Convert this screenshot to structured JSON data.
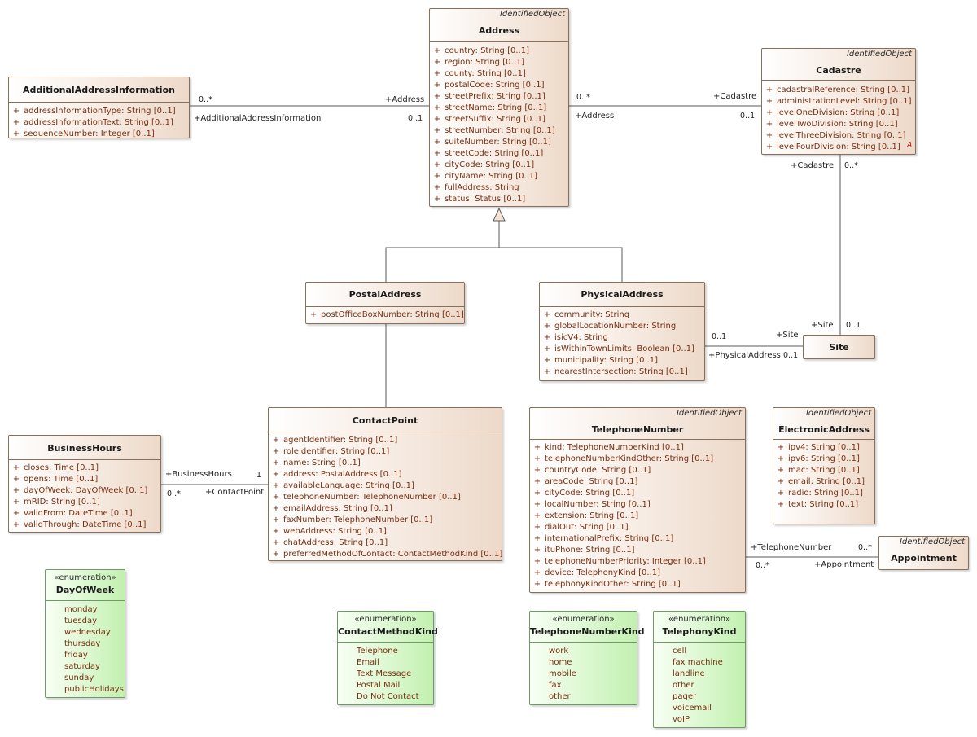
{
  "classes": {
    "addl": {
      "name": "AdditionalAddressInformation",
      "stereo": "",
      "super": "",
      "attrs": [
        "addressInformationType: String [0..1]",
        "addressInformationText: String [0..1]",
        "sequenceNumber: Integer [0..1]"
      ]
    },
    "address": {
      "name": "Address",
      "stereo": "",
      "super": "IdentifiedObject",
      "attrs": [
        "country: String [0..1]",
        "region: String [0..1]",
        "county: String [0..1]",
        "postalCode: String [0..1]",
        "streetPrefix: String [0..1]",
        "streetName: String [0..1]",
        "streetSuffix: String [0..1]",
        "streetNumber: String [0..1]",
        "suiteNumber: String [0..1]",
        "streetCode: String [0..1]",
        "cityCode: String [0..1]",
        "cityName: String [0..1]",
        "fullAddress: String",
        "status: Status [0..1]"
      ]
    },
    "cadastre": {
      "name": "Cadastre",
      "stereo": "",
      "super": "IdentifiedObject",
      "attrs": [
        "cadastralReference: String [0..1]",
        "administrationLevel: String [0..1]",
        "levelOneDivision: String [0..1]",
        "levelTwoDivision: String [0..1]",
        "levelThreeDivision: String [0..1]",
        "levelFourDivision: String [0..1]"
      ]
    },
    "postal": {
      "name": "PostalAddress",
      "stereo": "",
      "super": "",
      "attrs": [
        "postOfficeBoxNumber: String [0..1]"
      ]
    },
    "physical": {
      "name": "PhysicalAddress",
      "stereo": "",
      "super": "",
      "attrs": [
        "community: String",
        "globalLocationNumber: String",
        "isicV4: String",
        "isWithinTownLimits: Boolean [0..1]",
        "municipality: String [0..1]",
        "nearestIntersection: String [0..1]"
      ]
    },
    "site": {
      "name": "Site",
      "stereo": "",
      "super": "",
      "attrs": []
    },
    "contact": {
      "name": "ContactPoint",
      "stereo": "",
      "super": "",
      "attrs": [
        "agentIdentifier: String [0..1]",
        "roleIdentifier: String [0..1]",
        "name: String [0..1]",
        "address: PostalAddress [0..1]",
        "availableLanguage: String [0..1]",
        "telephoneNumber: TelephoneNumber [0..1]",
        "emailAddress: String [0..1]",
        "faxNumber: TelephoneNumber [0..1]",
        "webAddress: String [0..1]",
        "chatAddress: String [0..1]",
        "preferredMethodOfContact: ContactMethodKind [0..1]"
      ]
    },
    "business": {
      "name": "BusinessHours",
      "stereo": "",
      "super": "",
      "attrs": [
        "closes: Time [0..1]",
        "opens: Time [0..1]",
        "dayOfWeek: DayOfWeek [0..1]",
        "mRID: String [0..1]",
        "validFrom: DateTime [0..1]",
        "validThrough: DateTime [0..1]"
      ]
    },
    "telephone": {
      "name": "TelephoneNumber",
      "stereo": "",
      "super": "IdentifiedObject",
      "attrs": [
        "kind: TelephoneNumberKind [0..1]",
        "telephoneNumberKindOther: String [0..1]",
        "countryCode: String [0..1]",
        "areaCode: String [0..1]",
        "cityCode: String [0..1]",
        "localNumber: String [0..1]",
        "extension: String [0..1]",
        "dialOut: String [0..1]",
        "internationalPrefix: String [0..1]",
        "ituPhone: String [0..1]",
        "telephoneNumberPriority: Integer [0..1]",
        "device: TelephonyKind [0..1]",
        "telephonyKindOther: String [0..1]"
      ]
    },
    "electronic": {
      "name": "ElectronicAddress",
      "stereo": "",
      "super": "IdentifiedObject",
      "attrs": [
        "ipv4: String [0..1]",
        "ipv6: String [0..1]",
        "mac: String [0..1]",
        "email: String [0..1]",
        "radio: String [0..1]",
        "text: String [0..1]"
      ]
    },
    "appointment": {
      "name": "Appointment",
      "stereo": "",
      "super": "IdentifiedObject",
      "attrs": []
    },
    "dayofweek": {
      "name": "DayOfWeek",
      "stereo": "«enumeration»",
      "super": "",
      "attrs": [
        "monday",
        "tuesday",
        "wednesday",
        "thursday",
        "friday",
        "saturday",
        "sunday",
        "publicHolidays"
      ]
    },
    "contactmethod": {
      "name": "ContactMethodKind",
      "stereo": "«enumeration»",
      "super": "",
      "attrs": [
        "Telephone",
        "Email",
        "Text Message",
        "Postal Mail",
        "Do Not Contact"
      ]
    },
    "telkind": {
      "name": "TelephoneNumberKind",
      "stereo": "«enumeration»",
      "super": "",
      "attrs": [
        "work",
        "home",
        "mobile",
        "fax",
        "other"
      ]
    },
    "telephony": {
      "name": "TelephonyKind",
      "stereo": "«enumeration»",
      "super": "",
      "attrs": [
        "cell",
        "fax machine",
        "landline",
        "other",
        "pager",
        "voicemail",
        "voIP"
      ]
    }
  },
  "labels": {
    "l1": "0..*",
    "l2": "+Address",
    "l3": "+AdditionalAddressInformation",
    "l4": "0..1",
    "l5": "0..*",
    "l6": "+Cadastre",
    "l7": "+Address",
    "l8": "0..1",
    "l9": "+Cadastre",
    "l10": "0..*",
    "l11": "+Site",
    "l12": "0..1",
    "l13": "0..1",
    "l14": "+Site",
    "l15": "+PhysicalAddress",
    "l16": "0..1",
    "l17": "+BusinessHours",
    "l18": "1",
    "l19": "0..*",
    "l20": "+ContactPoint",
    "l21": "+TelephoneNumber",
    "l22": "0..*",
    "l23": "0..*",
    "l24": "+Appointment"
  },
  "abstract_marker": "A",
  "colors": {
    "class_border": "#8a6e58",
    "enum_border": "#6f9a67",
    "attr_text": "#7a2e10",
    "line": "#5a5a5a"
  }
}
